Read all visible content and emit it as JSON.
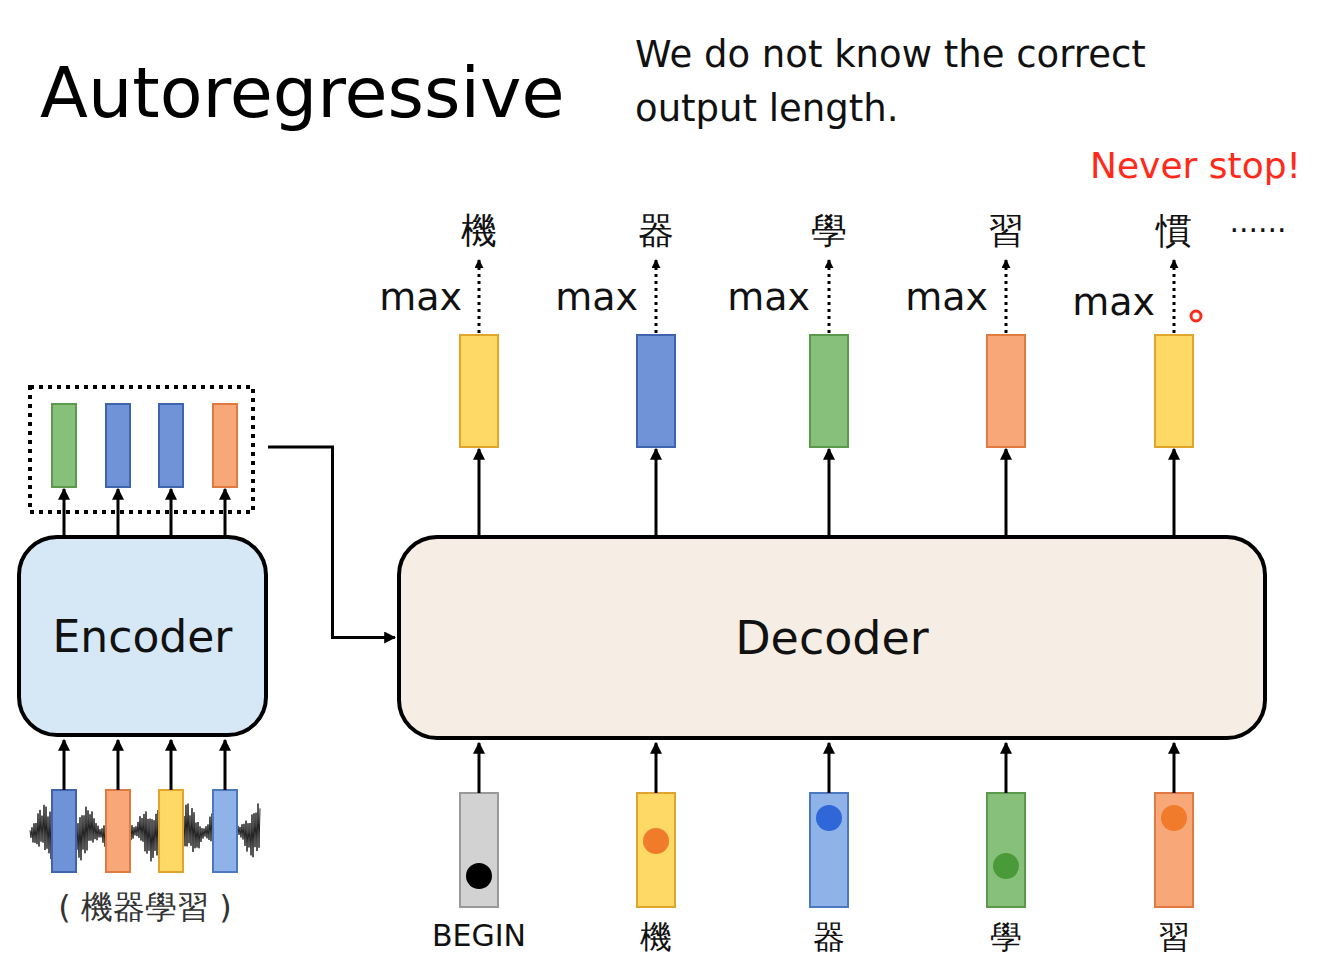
{
  "diagram": {
    "title": "Autoregressive",
    "nodes": [
      {
        "text": [
          "Encoder"
        ]
      },
      {
        "text": [
          "Decoder"
        ]
      }
    ],
    "edges": [
      {
        "from": 0,
        "to": 1,
        "arrow": "to"
      }
    ],
    "labels": [
      "We do not know the correct output length.",
      "Never stop!",
      "機",
      "器",
      "學",
      "習",
      "慣",
      "......",
      "max",
      "max",
      "max",
      "max",
      "max",
      "( 機器學習 )",
      "BEGIN",
      "機",
      "器",
      "學",
      "習"
    ]
  }
}
